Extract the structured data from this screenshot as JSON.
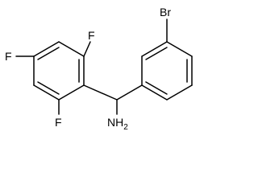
{
  "molecule": {
    "atoms": {
      "br": "Br",
      "f_top": "F",
      "f_left": "F",
      "f_bottom": "F",
      "amine": "NH",
      "amine_subscript": "2"
    }
  }
}
